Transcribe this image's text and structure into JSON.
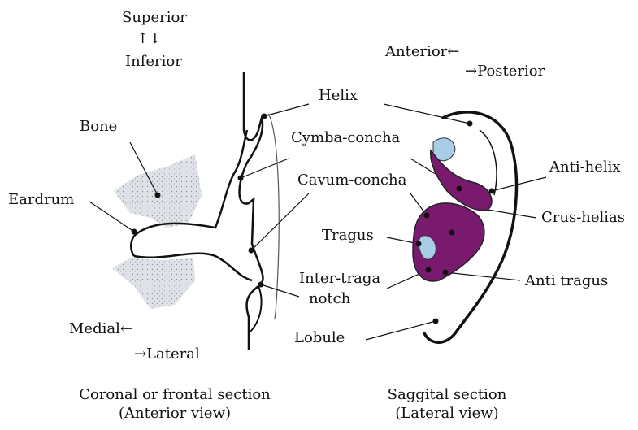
{
  "orientation": {
    "coronal_top": "Superior",
    "coronal_arrows": "↑↓",
    "coronal_bottom": "Inferior",
    "coronal_medial": "Medial←",
    "coronal_lateral": "→Lateral",
    "sagittal_anterior": "Anterior←",
    "sagittal_posterior": "→Posterior"
  },
  "labels": {
    "bone": "Bone",
    "eardrum": "Eardrum",
    "helix": "Helix",
    "cymba_concha": "Cymba-concha",
    "cavum_concha": "Cavum-concha",
    "tragus": "Tragus",
    "inter_traga_line1": "Inter-traga",
    "inter_traga_line2": "notch",
    "lobule": "Lobule",
    "anti_helix": "Anti-helix",
    "crus_helias": "Crus-helias",
    "anti_tragus": "Anti tragus"
  },
  "captions": {
    "coronal_line1": "Coronal or frontal section",
    "coronal_line2": "(Anterior view)",
    "sagittal_line1": "Saggital section",
    "sagittal_line2": "(Lateral view)"
  },
  "colors": {
    "concha_fill": "#7a1a6e",
    "concha_light": "#a9cde6",
    "bone_fill": "#d8dde3",
    "ink": "#111111"
  }
}
